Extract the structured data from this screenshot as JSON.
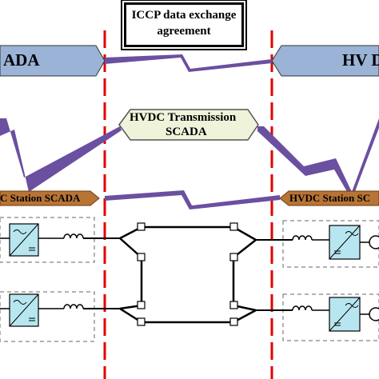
{
  "agreement_box": {
    "line1": "ICCP data exchange",
    "line2": "agreement"
  },
  "left_scada": {
    "label": "ADA"
  },
  "right_scada": {
    "label": "HV D"
  },
  "hvdc_transmission": {
    "line1": "HVDC Transmission",
    "line2": "SCADA"
  },
  "left_station": {
    "label": "C Station SCADA"
  },
  "right_station": {
    "label": "HVDC Station SC"
  },
  "colors": {
    "scada_fill": "#9ab3d6",
    "station_fill": "#b87435",
    "hex_fill": "#eef3da",
    "link_purple": "#6b4fa0",
    "boundary_red": "#e00000",
    "converter_fill": "#b8e6f0"
  }
}
